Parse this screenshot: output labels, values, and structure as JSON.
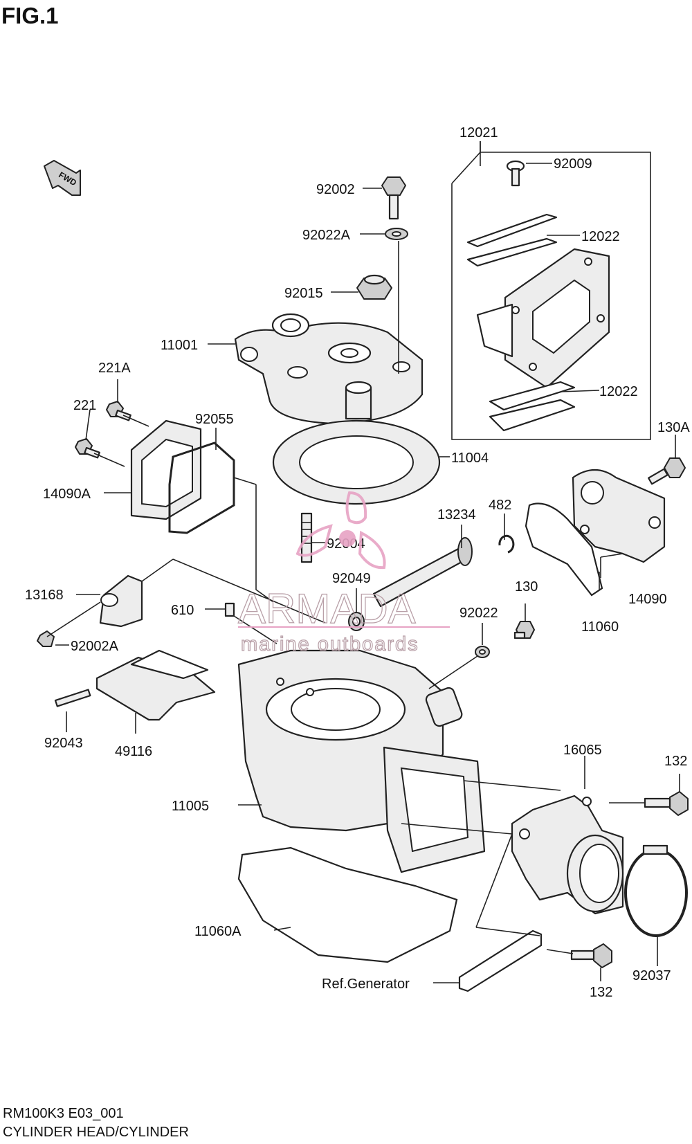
{
  "figure": {
    "title": "FIG.1",
    "direction": "FWD"
  },
  "callouts": {
    "c12021": "12021",
    "c92009": "92009",
    "c12022_top": "12022",
    "c12022_bot": "12022",
    "c92002": "92002",
    "c92022A": "92022A",
    "c92015": "92015",
    "c11001": "11001",
    "c221A": "221A",
    "c221": "221",
    "c92055": "92055",
    "c14090A": "14090A",
    "c11004": "11004",
    "c130A": "130A",
    "c482": "482",
    "c13234": "13234",
    "c92004": "92004",
    "c92049": "92049",
    "c13168": "13168",
    "c610": "610",
    "c92022": "92022",
    "c130": "130",
    "c14090": "14090",
    "c11060": "11060",
    "c92002A": "92002A",
    "c92043": "92043",
    "c49116": "49116",
    "c16065": "16065",
    "c132_top": "132",
    "c11005": "11005",
    "c11060A": "11060A",
    "c132_bot": "132",
    "c92037": "92037",
    "ref_generator": "Ref.Generator"
  },
  "watermark": {
    "brand": "ARMADA",
    "tagline": "marine outboards",
    "color": "#e7a3c4"
  },
  "footer": {
    "code": "RM100K3 E03_001",
    "caption": "CYLINDER HEAD/CYLINDER"
  }
}
